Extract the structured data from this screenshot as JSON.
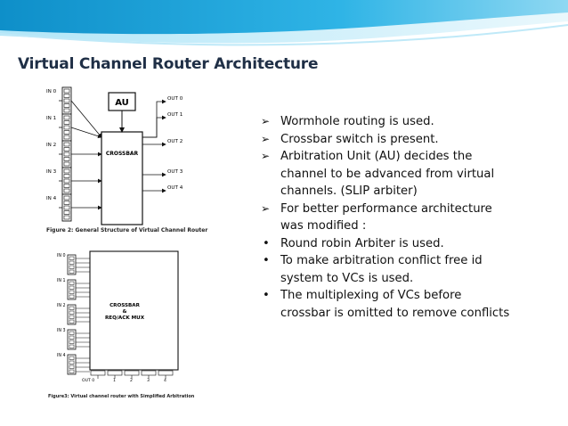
{
  "slide": {
    "title": "Virtual Channel Router Architecture",
    "colors": {
      "band_top": "#1aa3d8",
      "band_mid": "#7fd0ee",
      "title": "#1f2f46"
    }
  },
  "figure1": {
    "inputs": [
      "IN 0",
      "IN 1",
      "IN 2",
      "IN 3",
      "IN 4"
    ],
    "outputs": [
      "OUT 0",
      "OUT 1",
      "OUT 2",
      "OUT 3",
      "OUT 4"
    ],
    "au_label": "AU",
    "crossbar_label": "CROSSBAR",
    "caption": "Figure 2: General Structure of Virtual Channel Router"
  },
  "figure2": {
    "inputs": [
      "IN 0",
      "IN 1",
      "IN 2",
      "IN 3",
      "IN 4"
    ],
    "block_line1": "CROSSBAR",
    "block_line2": "&",
    "block_line3": "REQ/ACK MUX",
    "bottom_out": "OUT 0",
    "bottom_nums": [
      "1",
      "2",
      "3",
      "4"
    ],
    "caption": "Figure3: Virtual channel router with Simplified Arbitration"
  },
  "bullets": [
    {
      "marker": "➢",
      "lines": [
        "Wormhole routing is used."
      ]
    },
    {
      "marker": "➢",
      "lines": [
        "Crossbar switch is present."
      ]
    },
    {
      "marker": "➢",
      "lines": [
        "Arbitration Unit (AU) decides the",
        "channel to be advanced from virtual",
        "channels. (SLIP arbiter)"
      ]
    },
    {
      "marker": "➢",
      "lines": [
        "For better performance architecture",
        "was modified :"
      ]
    },
    {
      "marker": "•",
      "lines": [
        "Round robin Arbiter is used."
      ]
    },
    {
      "marker": "•",
      "lines": [
        "To make arbitration conflict free id",
        "system to VCs is used."
      ]
    },
    {
      "marker": "•",
      "lines": [
        "The multiplexing of VCs before",
        "crossbar is omitted to remove conflicts"
      ]
    }
  ]
}
